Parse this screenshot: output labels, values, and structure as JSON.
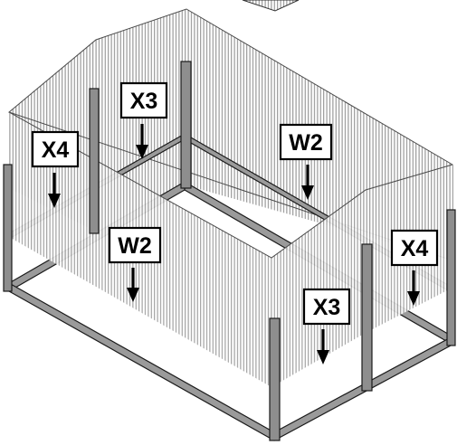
{
  "figure": {
    "colors": {
      "line": "#000000",
      "mesh": "#c2c2c2",
      "frame": "#9a9a9a",
      "background": "#ffffff"
    }
  },
  "callouts": [
    {
      "id": "x3-top",
      "label": "X3"
    },
    {
      "id": "x4-left",
      "label": "X4"
    },
    {
      "id": "w2-top",
      "label": "W2"
    },
    {
      "id": "w2-front",
      "label": "W2"
    },
    {
      "id": "x4-right",
      "label": "X4"
    },
    {
      "id": "x3-front",
      "label": "X3"
    }
  ]
}
